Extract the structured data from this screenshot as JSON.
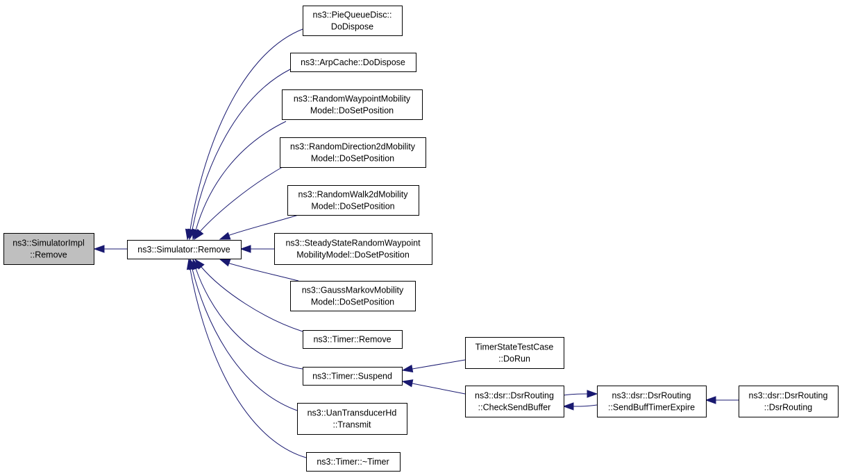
{
  "colors": {
    "edge": "#191970",
    "node_border": "#000000",
    "node_fill": "#ffffff",
    "focus_fill": "#bfbfbf",
    "background": "#ffffff"
  },
  "nodes": [
    {
      "id": "simimpl",
      "name": "node-simulatorimpl-remove",
      "focus": true,
      "lines": [
        "ns3::SimulatorImpl",
        "::Remove"
      ]
    },
    {
      "id": "sim",
      "name": "node-simulator-remove",
      "focus": false,
      "lines": [
        "ns3::Simulator::Remove"
      ]
    },
    {
      "id": "pie",
      "name": "node-piequeuedisc-dodispose",
      "focus": false,
      "lines": [
        "ns3::PieQueueDisc::",
        "DoDispose"
      ]
    },
    {
      "id": "arp",
      "name": "node-arpcache-dodispose",
      "focus": false,
      "lines": [
        "ns3::ArpCache::DoDispose"
      ]
    },
    {
      "id": "rwp",
      "name": "node-randomwaypoint-dosetposition",
      "focus": false,
      "lines": [
        "ns3::RandomWaypointMobility",
        "Model::DoSetPosition"
      ]
    },
    {
      "id": "rd2d",
      "name": "node-randomdirection2d-dosetposition",
      "focus": false,
      "lines": [
        "ns3::RandomDirection2dMobility",
        "Model::DoSetPosition"
      ]
    },
    {
      "id": "rw2d",
      "name": "node-randomwalk2d-dosetposition",
      "focus": false,
      "lines": [
        "ns3::RandomWalk2dMobility",
        "Model::DoSetPosition"
      ]
    },
    {
      "id": "ssrwp",
      "name": "node-steadystaterandomwaypoint-dosetposition",
      "focus": false,
      "lines": [
        "ns3::SteadyStateRandomWaypoint",
        "MobilityModel::DoSetPosition"
      ]
    },
    {
      "id": "gm",
      "name": "node-gaussmarkov-dosetposition",
      "focus": false,
      "lines": [
        "ns3::GaussMarkovMobility",
        "Model::DoSetPosition"
      ]
    },
    {
      "id": "tremove",
      "name": "node-timer-remove",
      "focus": false,
      "lines": [
        "ns3::Timer::Remove"
      ]
    },
    {
      "id": "tsuspend",
      "name": "node-timer-suspend",
      "focus": false,
      "lines": [
        "ns3::Timer::Suspend"
      ]
    },
    {
      "id": "uan",
      "name": "node-uantransducerhd-transmit",
      "focus": false,
      "lines": [
        "ns3::UanTransducerHd",
        "::Transmit"
      ]
    },
    {
      "id": "tdtor",
      "name": "node-timer-destructor",
      "focus": false,
      "lines": [
        "ns3::Timer::~Timer"
      ]
    },
    {
      "id": "tstc",
      "name": "node-timerstatetestcase-dorun",
      "focus": false,
      "lines": [
        "TimerStateTestCase",
        "::DoRun"
      ]
    },
    {
      "id": "csb",
      "name": "node-dsrrouting-checksendbuffer",
      "focus": false,
      "lines": [
        "ns3::dsr::DsrRouting",
        "::CheckSendBuffer"
      ]
    },
    {
      "id": "sbte",
      "name": "node-dsrrouting-sendbufftimerexpire",
      "focus": false,
      "lines": [
        "ns3::dsr::DsrRouting",
        "::SendBuffTimerExpire"
      ]
    },
    {
      "id": "dsrctor",
      "name": "node-dsrrouting-dsrrouting",
      "focus": false,
      "lines": [
        "ns3::dsr::DsrRouting",
        "::DsrRouting"
      ]
    }
  ],
  "edges": [
    {
      "from": "sim",
      "to": "simimpl"
    },
    {
      "from": "pie",
      "to": "sim"
    },
    {
      "from": "arp",
      "to": "sim"
    },
    {
      "from": "rwp",
      "to": "sim"
    },
    {
      "from": "rd2d",
      "to": "sim"
    },
    {
      "from": "rw2d",
      "to": "sim"
    },
    {
      "from": "ssrwp",
      "to": "sim"
    },
    {
      "from": "gm",
      "to": "sim"
    },
    {
      "from": "tremove",
      "to": "sim"
    },
    {
      "from": "tsuspend",
      "to": "sim"
    },
    {
      "from": "uan",
      "to": "sim"
    },
    {
      "from": "tdtor",
      "to": "sim"
    },
    {
      "from": "tstc",
      "to": "tsuspend"
    },
    {
      "from": "csb",
      "to": "tsuspend"
    },
    {
      "from": "sbte",
      "to": "csb"
    },
    {
      "from": "csb",
      "to": "sbte"
    },
    {
      "from": "dsrctor",
      "to": "sbte"
    }
  ]
}
